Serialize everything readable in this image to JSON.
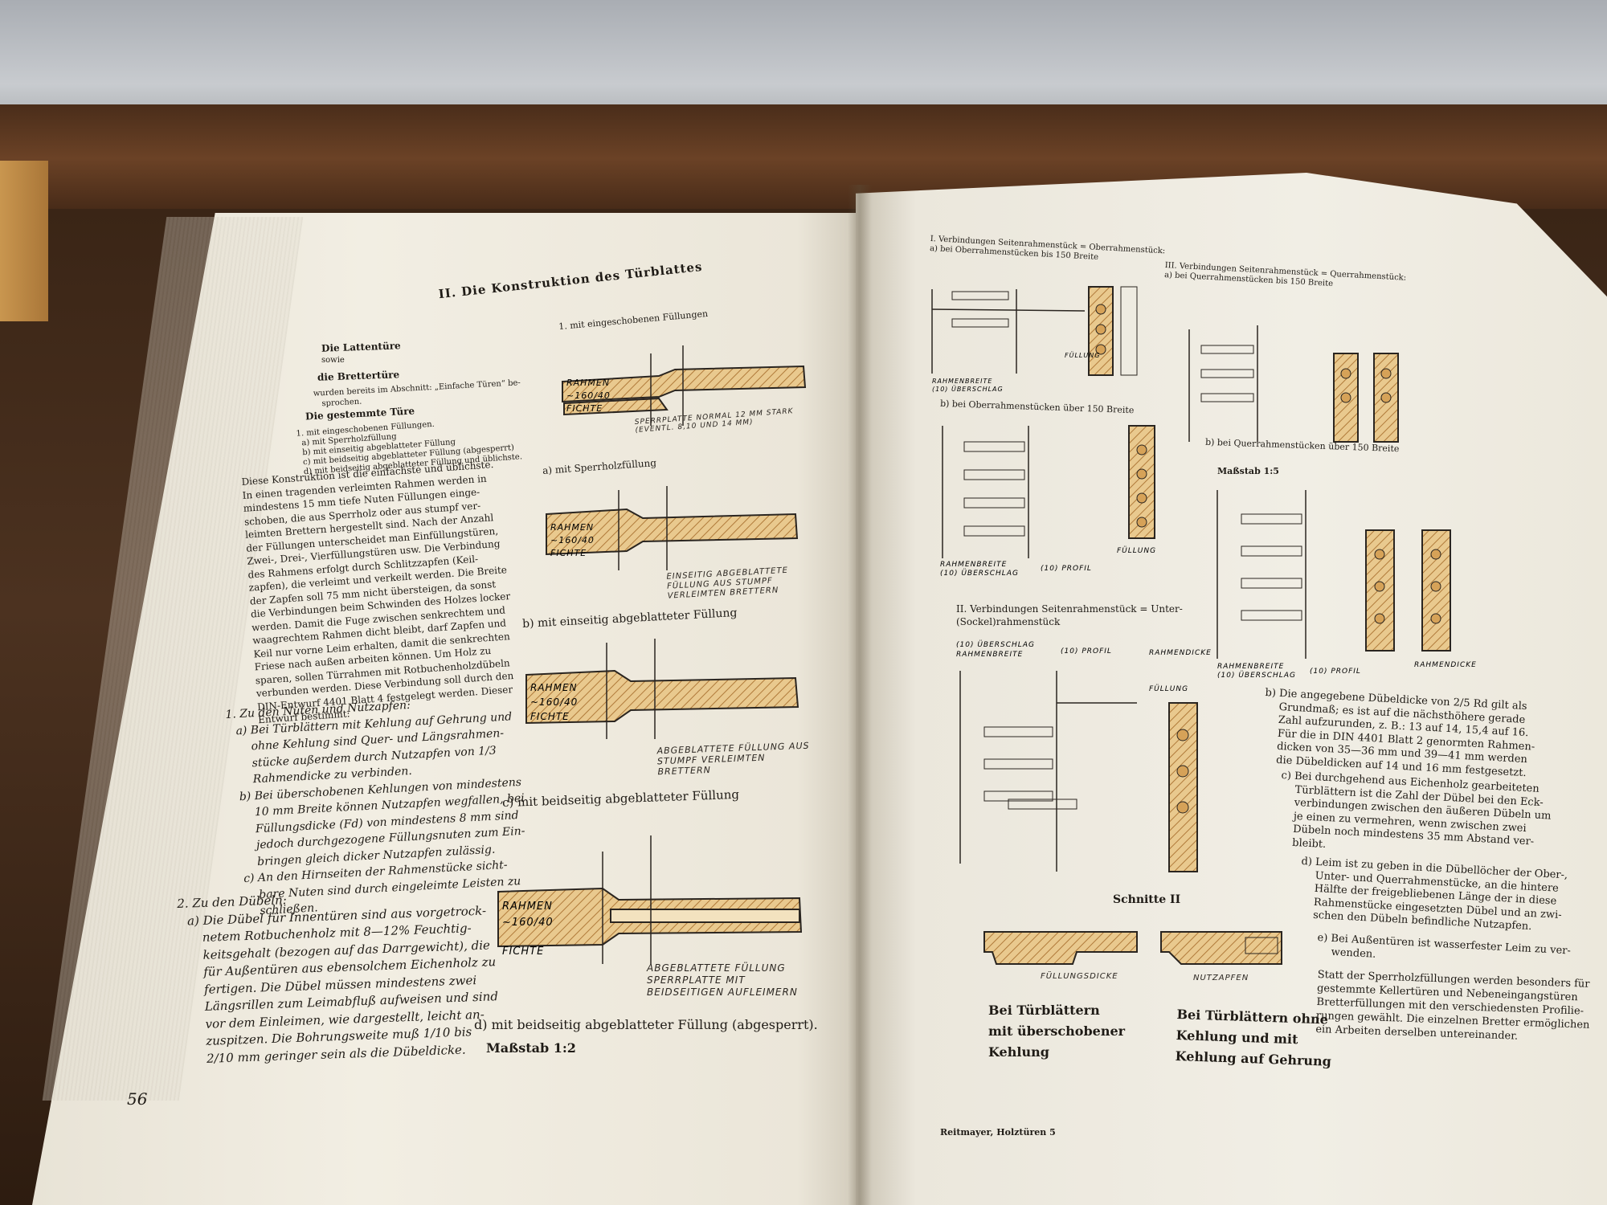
{
  "left_page": {
    "chapter_title": "II. Die Konstruktion des Türblattes",
    "heading_lattentuer": "Die Lattentüre",
    "sowie": "sowie",
    "heading_brettertuer": "die Brettertüre",
    "bretter_text": [
      "wurden bereits im Abschnitt: „Einfache Türen“ be-",
      "sprochen."
    ],
    "heading_gestemmte": "Die gestemmte Türe",
    "gestemmte_list": [
      "1. mit eingeschobenen Füllungen.",
      "a) mit Sperrholzfüllung",
      "b) mit einseitig abgeblatteter Füllung",
      "c) mit beidseitig abgeblatteter Füllung (abgesperrt)",
      "d) mit beidseitig abgeblatteter Füllung und üblichste."
    ],
    "body_text": [
      "Diese Konstruktion ist die einfachste und üblichste.",
      "In einen tragenden verleimten Rahmen werden in",
      "mindestens 15 mm tiefe Nuten Füllungen einge-",
      "schoben, die aus Sperrholz oder aus stumpf ver-",
      "leimten Brettern hergestellt sind. Nach der Anzahl",
      "der Füllungen unterscheidet man Einfüllungstüren,",
      "Zwei-, Drei-, Vierfüllungstüren usw. Die Verbindung",
      "des Rahmens erfolgt durch Schlitzzapfen (Keil-",
      "zapfen), die verleimt und verkeilt werden. Die Breite",
      "der Zapfen soll 75 mm nicht übersteigen, da sonst",
      "die Verbindungen beim Schwinden des Holzes locker",
      "werden. Damit die Fuge zwischen senkrechtem und",
      "waagrechtem Rahmen dicht bleibt, darf Zapfen und",
      "Keil nur vorne Leim erhalten, damit die senkrechten",
      "Friese nach außen arbeiten können. Um Holz zu",
      "sparen, sollen Türrahmen mit Rotbuchenholzdübeln",
      "verbunden werden. Diese Verbindung soll durch den",
      "DIN-Entwurf 4401 Blatt 4 festgelegt werden. Dieser",
      "Entwurf bestimmt:"
    ],
    "nuten_heading": "1. Zu den Nuten und Nutzapfen:",
    "nuten_text": [
      "a) Bei Türblättern mit Kehlung auf Gehrung und",
      "ohne Kehlung sind Quer- und Längsrahmen-",
      "stücke außerdem durch Nutzapfen von 1/3",
      "Rahmendicke zu verbinden.",
      "b) Bei überschobenen Kehlungen von mindestens",
      "10 mm Breite können Nutzapfen wegfallen, bei",
      "Füllungsdicke (Fd) von mindestens 8 mm sind",
      "jedoch durchgezogene Füllungsnuten zum Ein-",
      "bringen gleich dicker Nutzapfen zulässig.",
      "c) An den Hirnseiten der Rahmenstücke sicht-",
      "bare Nuten sind durch eingeleimte Leisten zu",
      "schließen."
    ],
    "duebel_heading": "2. Zu den Dübeln:",
    "duebel_text": [
      "a) Die Dübel für Innentüren sind aus vorgetrock-",
      "netem Rotbuchenholz mit 8—12% Feuchtig-",
      "keitsgehalt (bezogen auf das Darrgewicht), die",
      "für Außentüren aus ebensolchem Eichenholz zu",
      "fertigen. Die Dübel müssen mindestens zwei",
      "Längsrillen zum Leimabfluß aufweisen und sind",
      "vor dem Einleimen, wie dargestellt, leicht an-",
      "zuspitzen. Die Bohrungsweite muß 1/10 bis",
      "2/10 mm geringer sein als die Dübeldicke."
    ],
    "page_number": "56",
    "fig_labels": {
      "fig1": "1. mit eingeschobenen Füllungen",
      "fig_a": "a) mit Sperrholzfüllung",
      "fig_b": "b) mit einseitig abgeblatteter Füllung",
      "fig_c": "c) mit beidseitig abgeblatteter Füllung",
      "fig_d": "d) mit beidseitig abgeblatteter Füllung (abgesperrt).",
      "scale": "Maßstab 1:2"
    },
    "annotations": {
      "sperrplatte": "SPERRPLATTE NORMAL 12 MM STARK (EVENTL. 8,10 UND 14 MM)",
      "einseitig": "EINSEITIG ABGEBLATTETE FÜLLUNG AUS STUMPF VERLEIMTEN BRETTERN",
      "abgeblattete": "ABGEBLATTETE FÜLLUNG AUS STUMPF VERLEIMTEN BRETTERN",
      "sperrplatte_beid": "ABGEBLATTETE FÜLLUNG SPERRPLATTE MIT BEIDSEITIGEN AUFLEIMERN",
      "rahmen": "RAHMEN",
      "dims": "~160/40",
      "fichte": "FICHTE"
    }
  },
  "right_page": {
    "sec1_title": "I. Verbindungen Seitenrahmenstück = Oberrahmenstück:",
    "sec1_a": "a) bei Oberrahmenstücken bis 150 Breite",
    "sec1_b": "b) bei Oberrahmenstücken über 150 Breite",
    "sec2_title": "II. Verbindungen Seitenrahmenstück = Unter-(Sockel)rahmenstück",
    "sec3_title": "III. Verbindungen Seitenrahmenstück = Querrahmenstück:",
    "sec3_a": "a) bei Querrahmenstücken bis 150 Breite",
    "sec3_b": "b) bei Querrahmenstücken über 150 Breite",
    "scale": "Maßstab 1:5",
    "schnitte": "Schnitte II",
    "caption_left": [
      "Bei Türblättern",
      "mit überschobener",
      "Kehlung"
    ],
    "caption_right": [
      "Bei Türblättern ohne",
      "Kehlung und mit",
      "Kehlung auf Gehrung"
    ],
    "fuellungsdicke": "FÜLLUNGSDICKE",
    "nutzapfen": "NUTZAPFEN",
    "labels": {
      "rahmenbreite": "RAHMENBREITE",
      "ueberschlag": "(10) ÜBERSCHLAG",
      "profil": "(10) PROFIL",
      "fuellung": "FÜLLUNG",
      "rahmendicke": "RAHMENDICKE"
    },
    "text_b": [
      "b) Die angegebene Dübeldicke von 2/5 Rd gilt als",
      "Grundmaß; es ist auf die nächsthöhere gerade",
      "Zahl aufzurunden, z. B.: 13 auf 14, 15,4 auf 16.",
      "Für die in DIN 4401 Blatt 2 genormten Rahmen-",
      "dicken von 35—36 mm und 39—41 mm werden",
      "die Dübeldicken auf 14 und 16 mm festgesetzt."
    ],
    "text_c": [
      "c) Bei durchgehend aus Eichenholz gearbeiteten",
      "Türblättern ist die Zahl der Dübel bei den Eck-",
      "verbindungen zwischen den äußeren Dübeln um",
      "je einen zu vermehren, wenn zwischen zwei",
      "Dübeln noch mindestens 35 mm Abstand ver-",
      "bleibt."
    ],
    "text_d": [
      "d) Leim ist zu geben in die Dübellöcher der Ober-,",
      "Unter- und Querrahmenstücke, an die hintere",
      "Hälfte der freigebliebenen Länge der in diese",
      "Rahmenstücke eingesetzten Dübel und an zwi-",
      "schen den Dübeln befindliche Nutzapfen."
    ],
    "text_e": [
      "e) Bei Außentüren ist wasserfester Leim zu ver-",
      "wenden."
    ],
    "text_final": [
      "Statt der Sperrholzfüllungen werden besonders für",
      "gestemmte Kellertüren und Nebeneingangstüren",
      "Bretterfüllungen mit den verschiedensten Profilie-",
      "rungen gewählt. Die einzelnen Bretter ermöglichen",
      "ein Arbeiten derselben untereinander."
    ],
    "footer": "Reitmayer, Holztüren  5"
  }
}
